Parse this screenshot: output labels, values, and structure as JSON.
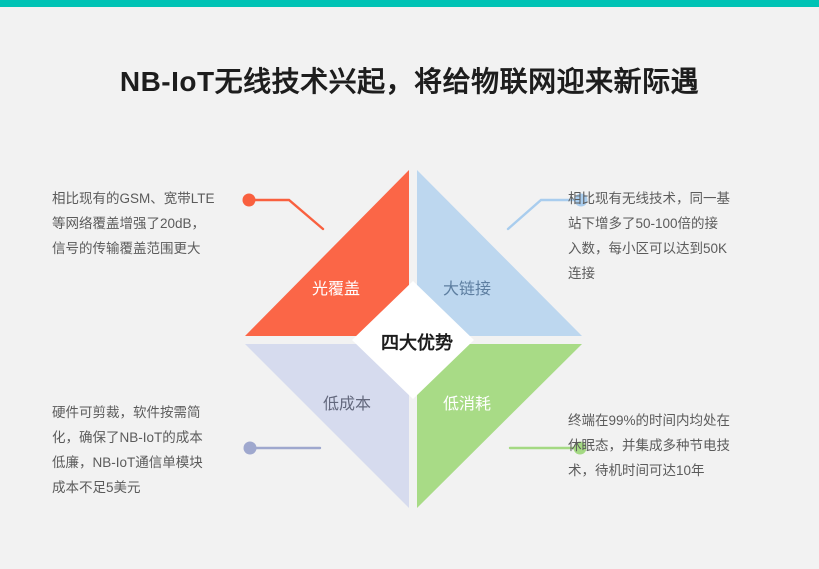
{
  "page": {
    "title": "NB-IoT无线技术兴起，将给物联网迎来新际遇",
    "accent_bar_color": "#00c3b5",
    "background_color": "#f2f2f2"
  },
  "diagram": {
    "center_label": "四大优势",
    "quadrants": [
      {
        "id": "coverage",
        "label": "光覆盖",
        "position": "top-left",
        "fill_color": "#fb6647",
        "label_color": "#ffffff",
        "connector_color": "#f9603f",
        "description": "相比现有的GSM、宽带LTE\n等网络覆盖增强了20dB，\n信号的传输覆盖范围更大"
      },
      {
        "id": "connections",
        "label": "大链接",
        "position": "top-right",
        "fill_color": "#bdd7ef",
        "label_color": "#5d7ea0",
        "connector_color": "#a9cdee",
        "description": "相比现有无线技术，同一基\n站下增多了50-100倍的接\n入数，每小区可以达到50K\n连接"
      },
      {
        "id": "low-cost",
        "label": "低成本",
        "position": "bottom-left",
        "fill_color": "#d6dbee",
        "label_color": "#63687d",
        "connector_color": "#9fa8ce",
        "description": "硬件可剪裁，软件按需简\n化，确保了NB-IoT的成本\n低廉，NB-IoT通信单模块\n成本不足5美元"
      },
      {
        "id": "low-power",
        "label": "低消耗",
        "position": "bottom-right",
        "fill_color": "#a8db86",
        "label_color": "#ffffff",
        "connector_color": "#a4d983",
        "description": "终端在99%的时间内均处在\n休眠态，并集成多种节电技\n术，待机时间可达10年"
      }
    ]
  }
}
